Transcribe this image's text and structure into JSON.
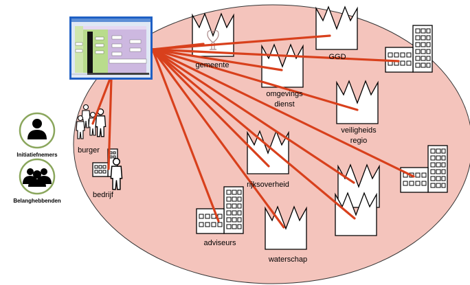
{
  "colors": {
    "ellipse_fill": "#f4c4bc",
    "ellipse_stroke": "#333333",
    "connector": "#d8401c",
    "legend_circle_stroke": "#8aa65c"
  },
  "legend": {
    "initiators": "Initiatiefnemers",
    "stakeholders": "Belanghebbenden"
  },
  "stakeholders": {
    "gemeente": "gemeente",
    "ggd": "GGD",
    "omgevingsdienst_1": "omgevings",
    "omgevingsdienst_2": "dienst",
    "veiligheidsregio_1": "veiligheids",
    "veiligheidsregio_2": "regio",
    "rijksoverheid": "rijksoverheid",
    "adviseurs": "adviseurs",
    "waterschap": "waterschap",
    "burger": "burger",
    "bedrijf": "bedrijf"
  },
  "icons": {
    "legend_single": "person-icon",
    "legend_group": "group-icon",
    "church": "church-icon",
    "office": "office-building-icon",
    "screen": "screenshot-thumbnail"
  }
}
